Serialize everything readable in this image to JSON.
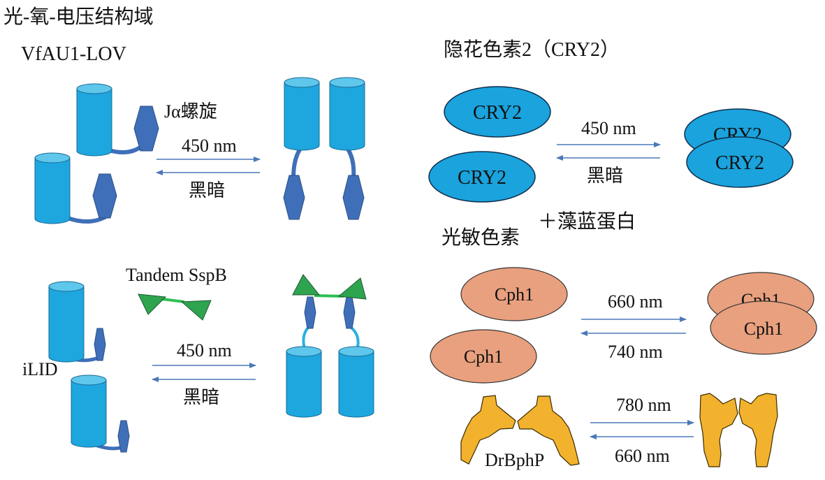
{
  "title": "光-氧-电压结构域",
  "panels": {
    "lov": {
      "title": "VfAU1-LOV",
      "helix_label": "Jα螺旋",
      "forward_label": "450 nm",
      "reverse_label": "黑暗"
    },
    "cry2": {
      "title": "隐花色素2（CRY2）",
      "protein": "CRY2",
      "forward_label": "450 nm",
      "reverse_label": "黑暗",
      "note": "＋藻蓝蛋白"
    },
    "ilid": {
      "name": "iLID",
      "partner": "Tandem SspB",
      "forward_label": "450 nm",
      "reverse_label": "黑暗"
    },
    "phytochrome": {
      "title": "光敏色素",
      "protein": "Cph1",
      "forward_label": "660 nm",
      "reverse_label": "740 nm"
    },
    "bph": {
      "name": "DrBphP",
      "forward_label": "780 nm",
      "reverse_label": "660 nm"
    }
  },
  "colors": {
    "cylinder": "#1ea6df",
    "cylinder_top": "#5fc6ec",
    "hexagon": "#3f6fb8",
    "linker": "#3f6fb8",
    "linker_light": "#2cb0df",
    "triangle": "#2ea44f",
    "triangle_linker": "#2fbf55",
    "cry2": "#1aa3dd",
    "cph1": "#e9a07e",
    "bphp": "#f2b22e",
    "arrow": "#4a78b8"
  }
}
